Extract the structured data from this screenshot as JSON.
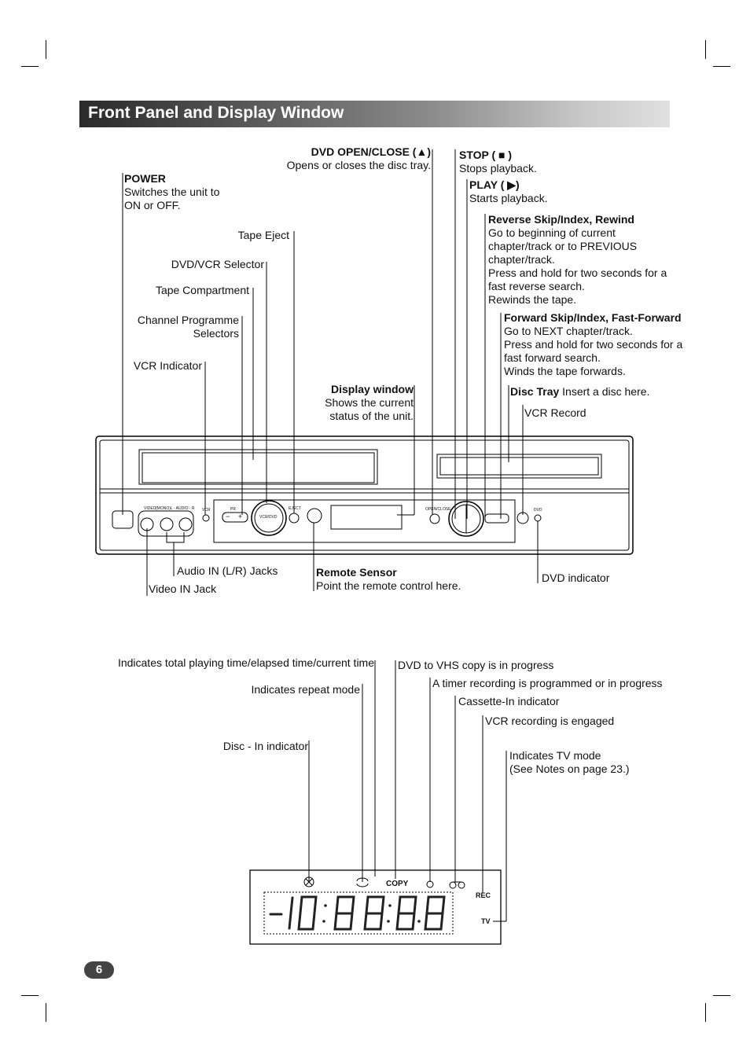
{
  "title": "Front Panel and Display Window",
  "page_number": "6",
  "front_panel": {
    "power": {
      "heading": "POWER",
      "lines": [
        "Switches the unit to",
        "ON or OFF."
      ]
    },
    "tape_eject": "Tape Eject",
    "dvd_vcr_selector": "DVD/VCR Selector",
    "tape_compartment": "Tape Compartment",
    "channel_selectors": [
      "Channel Programme",
      "Selectors"
    ],
    "vcr_indicator": "VCR Indicator",
    "dvd_open_close": {
      "heading": "DVD OPEN/CLOSE (",
      "heading_end": ")",
      "desc": "Opens or closes the disc tray."
    },
    "display_window": {
      "heading": "Display window",
      "lines": [
        "Shows the current",
        "status of the unit."
      ]
    },
    "stop": {
      "heading": "STOP (",
      "heading_end": " )",
      "desc": "Stops playback."
    },
    "play": {
      "heading": "PLAY (",
      "heading_end": ")",
      "desc": "Starts playback."
    },
    "reverse_skip": {
      "heading": "Reverse Skip/Index, Rewind",
      "lines": [
        "Go to beginning of current",
        "chapter/track or to PREVIOUS",
        "chapter/track.",
        "Press and hold for two seconds for a",
        "fast reverse search.",
        "Rewinds the tape."
      ]
    },
    "forward_skip": {
      "heading": "Forward Skip/Index, Fast-Forward",
      "lines": [
        "Go to NEXT chapter/track.",
        "Press and hold for two seconds for a",
        "fast forward search.",
        "Winds the tape forwards."
      ]
    },
    "disc_tray": {
      "heading": "Disc Tray",
      "desc": " Insert a disc here."
    },
    "vcr_record": "VCR Record",
    "audio_in": "Audio IN (L/R) Jacks",
    "video_in": "Video IN Jack",
    "remote_sensor": {
      "heading": "Remote Sensor",
      "desc": "Point the remote control here."
    },
    "dvd_indicator": "DVD indicator"
  },
  "device_labels": {
    "video": "VIDEO",
    "audio": "(MONO)L - AUDIO - R",
    "vcr": "VCR",
    "pr": "PR",
    "minus": "−",
    "plus": "+",
    "vcrdvd": "VCR/DVD",
    "eject": "EJECT",
    "openclose": "OPEN/CLOSE",
    "dvd": "DVD"
  },
  "display_window_labels": {
    "total_time": "Indicates total playing time/elapsed time/current time",
    "repeat": "Indicates repeat mode",
    "disc_in": "Disc - In indicator",
    "copy_progress": "DVD to VHS copy is in progress",
    "timer": "A timer recording is programmed or in progress",
    "cassette_in": "Cassette-In indicator",
    "vcr_rec": "VCR recording is engaged",
    "tv_mode": [
      "Indicates TV mode",
      "(See Notes on page 23.)"
    ]
  },
  "lcd": {
    "copy": "COPY",
    "rec": "REC",
    "tv": "TV"
  }
}
